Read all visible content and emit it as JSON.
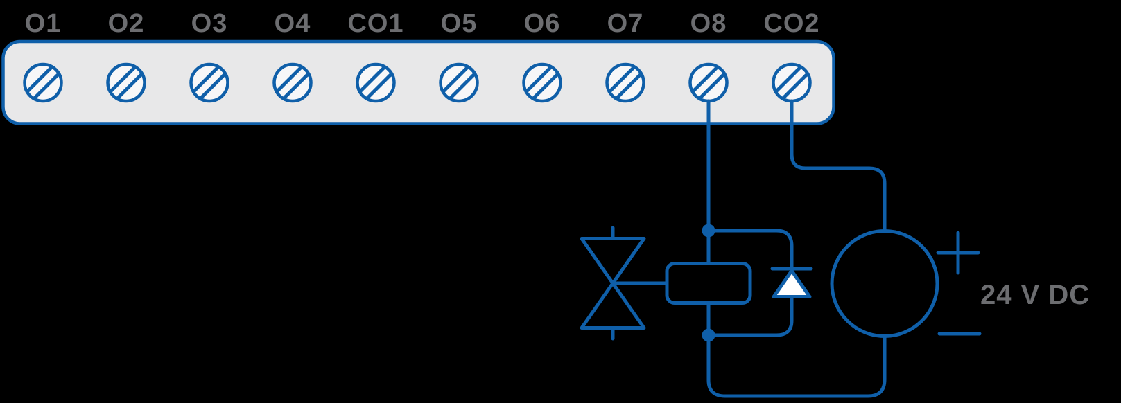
{
  "diagram_type": "terminal-wiring-diagram",
  "terminal_block": {
    "labels": [
      "O1",
      "O2",
      "O3",
      "O4",
      "CO1",
      "O5",
      "O6",
      "O7",
      "O8",
      "CO2"
    ],
    "connected_terminals": [
      "O8",
      "CO2"
    ]
  },
  "components": {
    "valve": "valve-icon",
    "coil": "solenoid-coil-symbol",
    "diode": "flyback-diode-symbol",
    "power_source": "dc-power-source-circle"
  },
  "power_supply": {
    "label": "24 V DC",
    "positive_symbol": "+",
    "negative_symbol": "−"
  },
  "colors": {
    "wire_blue": "#0f5fa9",
    "label_gray": "#6c6d70",
    "block_fill": "#e8e8e9",
    "screw_fill": "#f7f7f8",
    "background": "#000000"
  }
}
